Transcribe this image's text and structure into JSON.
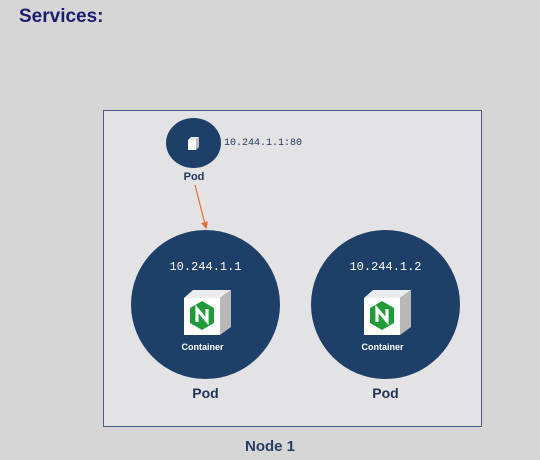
{
  "slide": {
    "title": "Services:"
  },
  "node": {
    "label": "Node 1"
  },
  "service_pod": {
    "label": "Pod",
    "address": "10.244.1.1:80",
    "icon": "cube-icon"
  },
  "pods": [
    {
      "ip": "10.244.1.1",
      "container_label": "Container",
      "label": "Pod",
      "icon": "nginx-icon"
    },
    {
      "ip": "10.244.1.2",
      "container_label": "Container",
      "label": "Pod",
      "icon": "nginx-icon"
    }
  ],
  "colors": {
    "background": "#d6d6d6",
    "node_fill": "#e3e3e5",
    "node_border": "#4a5c88",
    "pod_fill": "#1e4068",
    "arrow": "#e07030",
    "nginx_green": "#1f9b3a",
    "title": "#1c1c6e"
  }
}
